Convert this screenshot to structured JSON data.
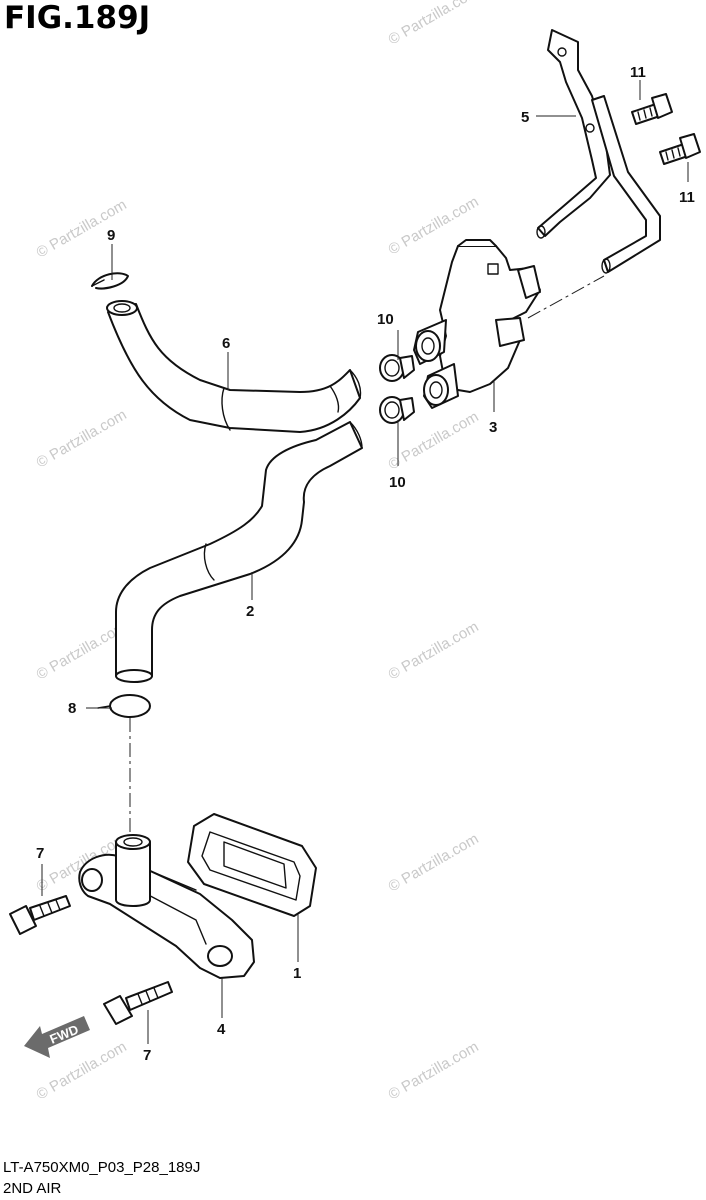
{
  "figure": {
    "title": "FIG.189J",
    "code": "LT-A750XM0_P03_P28_189J",
    "name": "2ND AIR"
  },
  "watermark": {
    "text": "© Partzilla.com"
  },
  "fwd_label": "FWD",
  "callouts": {
    "c1": "1",
    "c2": "2",
    "c3": "3",
    "c4": "4",
    "c5": "5",
    "c6": "6",
    "c7a": "7",
    "c7b": "7",
    "c8": "8",
    "c9": "9",
    "c10a": "10",
    "c10b": "10",
    "c11a": "11",
    "c11b": "11"
  }
}
